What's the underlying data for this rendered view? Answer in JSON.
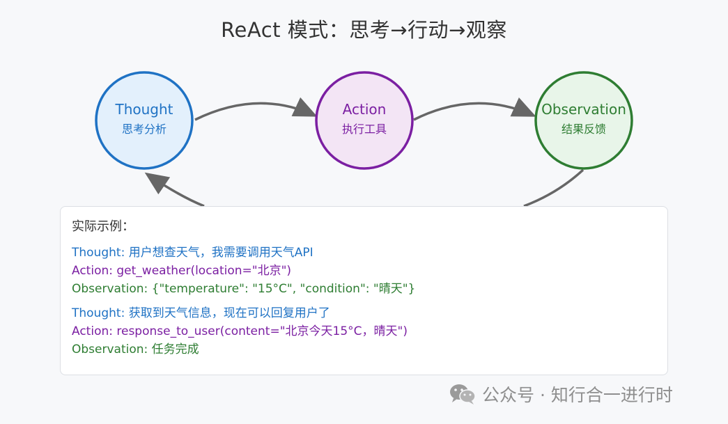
{
  "title": "ReAct 模式：思考→行动→观察",
  "nodes": [
    {
      "label": "Thought",
      "sub": "思考分析",
      "stroke": "#1f72c4",
      "fill": "#e3f0fc"
    },
    {
      "label": "Action",
      "sub": "执行工具",
      "stroke": "#7b1fa2",
      "fill": "#f3e5f5"
    },
    {
      "label": "Observation",
      "sub": "结果反馈",
      "stroke": "#2e7d32",
      "fill": "#e8f5e9"
    }
  ],
  "arrow_color": "#666666",
  "example": {
    "heading": "实际示例：",
    "groups": [
      {
        "thought": "Thought: 用户想查天气，我需要调用天气API",
        "action": "Action: get_weather(location=\"北京\")",
        "observation": "Observation: {\"temperature\": \"15°C\", \"condition\": \"晴天\"}"
      },
      {
        "thought": "Thought: 获取到天气信息，现在可以回复用户了",
        "action": "Action: response_to_user(content=\"北京今天15°C，晴天\")",
        "observation": "Observation: 任务完成"
      }
    ]
  },
  "watermark": "公众号 · 知行合一进行时"
}
